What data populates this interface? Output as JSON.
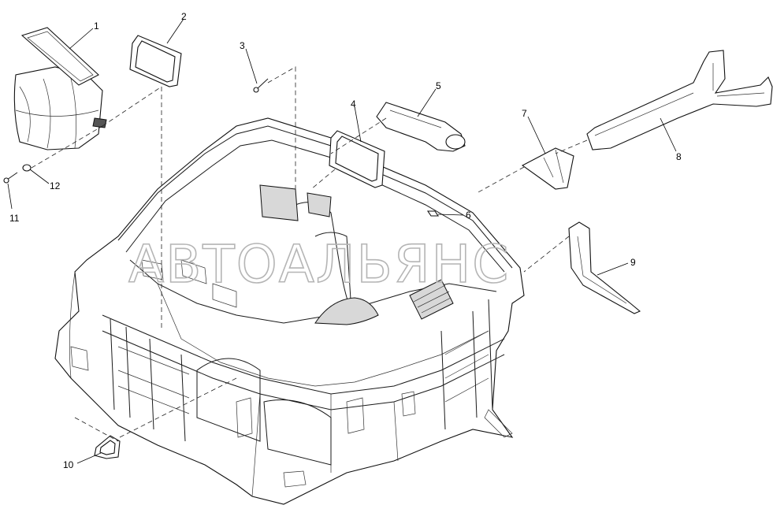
{
  "diagram": {
    "callouts": [
      {
        "id": "c1",
        "label": "1"
      },
      {
        "id": "c2",
        "label": "2"
      },
      {
        "id": "c3",
        "label": "3"
      },
      {
        "id": "c4",
        "label": "4"
      },
      {
        "id": "c5",
        "label": "5"
      },
      {
        "id": "c6",
        "label": "6"
      },
      {
        "id": "c7",
        "label": "7"
      },
      {
        "id": "c8",
        "label": "8"
      },
      {
        "id": "c9",
        "label": "9"
      },
      {
        "id": "c10",
        "label": "10"
      },
      {
        "id": "c11",
        "label": "11"
      },
      {
        "id": "c12",
        "label": "12"
      }
    ],
    "watermark": "АВТОАЛЬЯНС"
  }
}
